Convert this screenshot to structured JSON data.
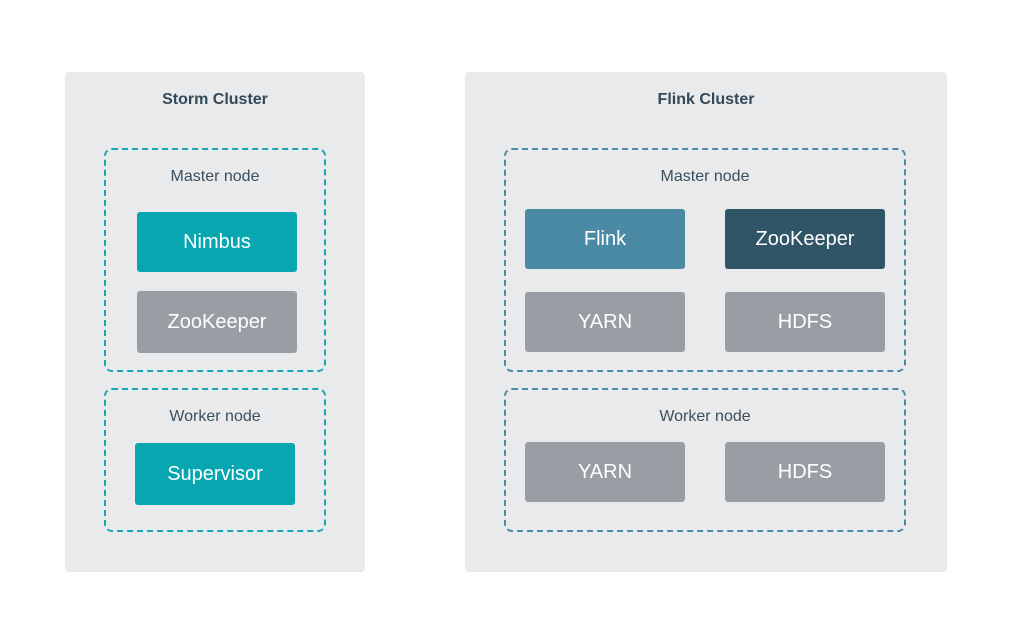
{
  "colors": {
    "cluster_bg": "#e8eaeb",
    "teal": "#07a6b0",
    "steel_blue": "#4a8aa5",
    "dark_slate": "#2f5566",
    "gray": "#999ea4",
    "storm_dash": "#1ba5b0",
    "flink_dash": "#4d8aa4"
  },
  "storm": {
    "title": "Storm Cluster",
    "master": {
      "label": "Master node",
      "nimbus": "Nimbus",
      "zookeeper": "ZooKeeper"
    },
    "worker": {
      "label": "Worker node",
      "supervisor": "Supervisor"
    }
  },
  "flink": {
    "title": "Flink Cluster",
    "master": {
      "label": "Master node",
      "flink": "Flink",
      "zookeeper": "ZooKeeper",
      "yarn": "YARN",
      "hdfs": "HDFS"
    },
    "worker": {
      "label": "Worker node",
      "yarn": "YARN",
      "hdfs": "HDFS"
    }
  }
}
